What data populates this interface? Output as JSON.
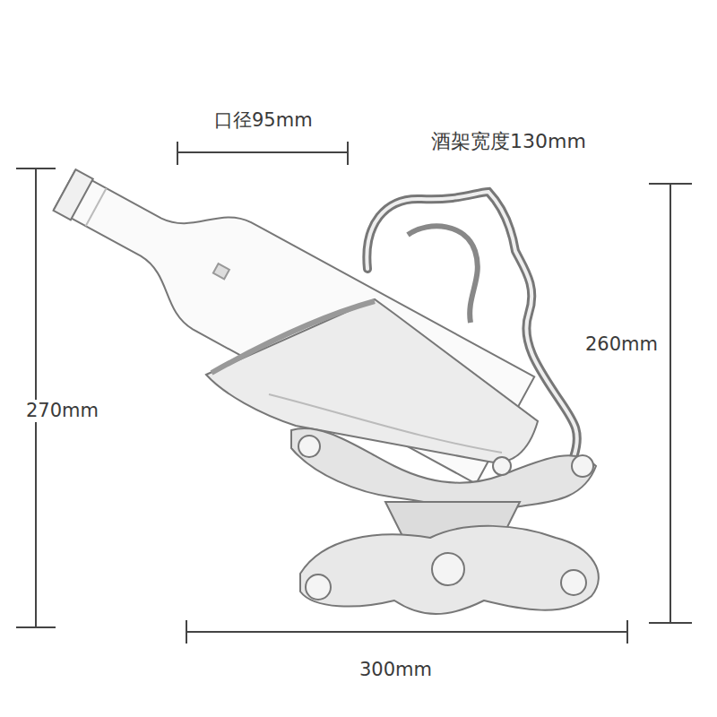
{
  "diagram": {
    "labels": [
      "口径95mm",
      "酒架宽度130mm",
      "270mm",
      "260mm",
      "300mm"
    ]
  }
}
